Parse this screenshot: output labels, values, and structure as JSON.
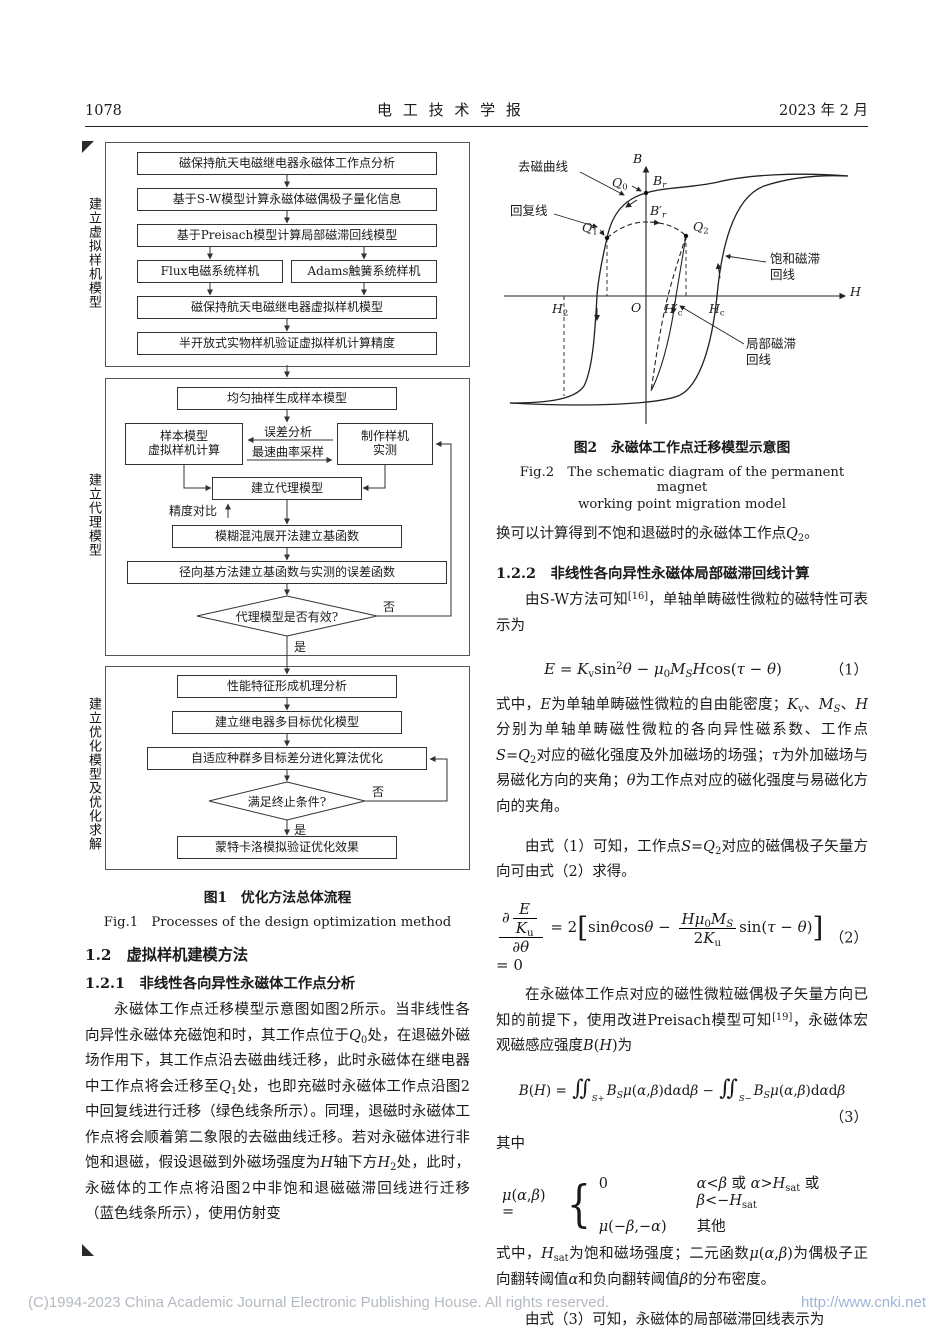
{
  "header": {
    "page_number": "1078",
    "journal_title": "电 工 技 术 学 报",
    "issue_date": "2023 年 2 月"
  },
  "flowchart": {
    "section1": {
      "side_label": "建立虚拟样机模型",
      "box1": "磁保持航天电磁继电器永磁体工作点分析",
      "box2": "基于S-W模型计算永磁体磁偶极子量化信息",
      "box3": "基于Preisach模型计算局部磁滞回线模型",
      "box4a": "Flux电磁系统样机",
      "box4b": "Adams触簧系统样机",
      "box5": "磁保持航天电磁继电器虚拟样机模型",
      "box6": "半开放式实物样机验证虚拟样机计算精度"
    },
    "section2": {
      "side_label": "建立代理模型",
      "box1": "均匀抽样生成样本模型",
      "box2": {
        "line1": "样本模型",
        "line2": "虚拟样机计算"
      },
      "label_error": "误差分析",
      "label_sampling": "最速曲率采样",
      "box3": {
        "line1": "制作样机",
        "line2": "实测"
      },
      "box4": "建立代理模型",
      "label_accuracy": "精度对比",
      "box5": "模糊混沌展开法建立基函数",
      "box6": "径向基方法建立基函数与实测的误差函数",
      "decision": "代理模型是否有效?",
      "no_label": "否",
      "yes_label": "是"
    },
    "section3": {
      "side_label": "建立优化模型及优化求解",
      "box1": "性能特征形成机理分析",
      "box2": "建立继电器多目标优化模型",
      "box3": "自适应种群多目标差分进化算法优化",
      "decision": "满足终止条件?",
      "no_label": "否",
      "yes_label": "是",
      "box4": "蒙特卡洛模拟验证优化效果"
    },
    "caption_zh": "图1　优化方法总体流程",
    "caption_en": "Fig.1　Processes of the design optimization method"
  },
  "figure2": {
    "caption_zh": "图2　永磁体工作点迁移模型示意图",
    "caption_en1": "Fig.2　The schematic diagram of the permanent magnet",
    "caption_en2": "working point migration model",
    "labels": {
      "axis_b": [
        {
          "i": "B"
        }
      ],
      "axis_h": [
        {
          "i": "H"
        }
      ],
      "origin": [
        {
          "i": "O"
        }
      ],
      "demag_curve": "去磁曲线",
      "recoil_line": "回复线",
      "saturation_loop": "饱和磁滞回线",
      "local_loop": "局部磁滞回线",
      "q0": [
        {
          "i": "Q"
        },
        {
          "sub": "0"
        }
      ],
      "q1": [
        {
          "i": "Q"
        },
        {
          "sub": "1"
        }
      ],
      "q2": [
        {
          "i": "Q"
        },
        {
          "sub": "2"
        }
      ],
      "br": [
        {
          "i": "B"
        },
        {
          "isub": "r"
        }
      ],
      "brp": [
        {
          "i": "B′"
        },
        {
          "isub": "r"
        }
      ],
      "h2": [
        {
          "i": "H"
        },
        {
          "sub": "2"
        }
      ],
      "hc": [
        {
          "i": "H"
        },
        {
          "sub": "c"
        }
      ],
      "hcp": [
        {
          "i": "H′"
        },
        {
          "sub": "c"
        }
      ]
    }
  },
  "left_column": {
    "section_12": "1.2　虚拟样机建模方法",
    "section_121": "1.2.1　非线性各向异性永磁体工作点分析",
    "para1": [
      "永磁体工作点迁移模型示意图如图2所示。当非线性各向异性永磁体充磁饱和时，其工作点位于",
      {
        "i": "Q"
      },
      {
        "sub": "0"
      },
      "处，在退磁外磁场作用下，其工作点沿去磁曲线迁移，此时永磁体在继电器中工作点将会迁移至",
      {
        "i": "Q"
      },
      {
        "sub": "1"
      },
      "处，也即充磁时永磁体工作点沿图2中回复线进行迁移（绿色线条所示）。同理，退磁时永磁体工作点将会顺着第二象限的去磁曲线迁移。若对永磁体进行非饱和退磁，假设退磁到外磁场强度为",
      {
        "i": "H"
      },
      "轴下方",
      {
        "i": "H"
      },
      {
        "sub": "2"
      },
      "处，此时，永磁体的工作点将沿图2中非饱和退磁磁滞回线进行迁移（蓝色线条所示），使用仿射变"
    ]
  },
  "right_column": {
    "para0": [
      "换可以计算得到不饱和退磁时的永磁体工作点",
      {
        "i": "Q"
      },
      {
        "sub": "2"
      },
      "。"
    ],
    "section_122": "1.2.2　非线性各向异性永磁体局部磁滞回线计算",
    "para1": [
      "由S-W方法可知",
      {
        "sup": "[16]"
      },
      "，单轴单畴磁性微粒的磁特性可表示为"
    ],
    "eq1": {
      "tokens": [
        {
          "i": "E"
        },
        " = ",
        {
          "i": "K"
        },
        {
          "sub": "v"
        },
        "sin",
        {
          "sup": "2"
        },
        {
          "i": "θ"
        },
        " − ",
        {
          "i": "μ"
        },
        {
          "sub": "0"
        },
        {
          "i": "M"
        },
        {
          "isub": "S"
        },
        {
          "i": "H"
        },
        "cos(",
        {
          "i": "τ"
        },
        " − ",
        {
          "i": "θ"
        },
        ")"
      ],
      "number": "（1）"
    },
    "para2": [
      "式中，",
      {
        "i": "E"
      },
      "为单轴单畴磁性微粒的自由能密度；",
      {
        "i": "K"
      },
      {
        "sub": "v"
      },
      "、",
      {
        "i": "M"
      },
      {
        "isub": "S"
      },
      "、",
      {
        "i": "H"
      },
      "分别为单轴单畴磁性微粒的各向异性磁系数、工作点",
      {
        "i": "S"
      },
      "=",
      {
        "i": "Q"
      },
      {
        "sub": "2"
      },
      "对应的磁化强度及外加磁场的场强；",
      {
        "i": "τ"
      },
      "为外加磁场与易磁化方向的夹角；",
      {
        "i": "θ"
      },
      "为工作点对应的磁化强度与易磁化方向的夹角。"
    ],
    "para3": [
      "由式（1）可知，工作点",
      {
        "i": "S"
      },
      "=",
      {
        "i": "Q"
      },
      {
        "sub": "2"
      },
      "对应的磁偶极子矢量方向可由式（2）求得。"
    ],
    "eq2": {
      "tokens": [
        {
          "frac": {
            "num": [
              "∂",
              {
                "frac": {
                  "num": [
                    {
                      "i": "E"
                    }
                  ],
                  "den": [
                    {
                      "i": "K"
                    },
                    {
                      "sub": "u"
                    }
                  ]
                }
              }
            ],
            "den": [
              "∂",
              {
                "i": "θ"
              }
            ]
          }
        },
        " = 2",
        {
          "lb": "["
        },
        "sin",
        {
          "i": "θ"
        },
        "cos",
        {
          "i": "θ"
        },
        " − ",
        {
          "frac": {
            "num": [
              {
                "i": "H"
              },
              {
                "i": "μ"
              },
              {
                "sub": "0"
              },
              {
                "i": "M"
              },
              {
                "isub": "S"
              }
            ],
            "den": [
              "2",
              {
                "i": "K"
              },
              {
                "sub": "u"
              }
            ]
          }
        },
        "sin(",
        {
          "i": "τ"
        },
        " − ",
        {
          "i": "θ"
        },
        ")",
        {
          "rb": "]"
        },
        " = 0"
      ],
      "number": "（2）"
    },
    "para4": [
      "在永磁体工作点对应的磁性微粒磁偶极子矢量方向已知的前提下，使用改进Preisach模型可知",
      {
        "sup": "[19]"
      },
      "，永磁体宏观磁感应强度",
      {
        "i": "B"
      },
      "(",
      {
        "i": "H"
      },
      ")为"
    ],
    "eq3": {
      "tokens": [
        {
          "i": "B"
        },
        "(",
        {
          "i": "H"
        },
        ") = ",
        {
          "op": "∬",
          "lim": [
            {
              "i": "S"
            },
            "+"
          ]
        },
        {
          "i": "B"
        },
        {
          "isub": "S"
        },
        {
          "i": "μ"
        },
        "(",
        {
          "i": "α"
        },
        ",",
        {
          "i": "β"
        },
        ")d",
        {
          "i": "α"
        },
        "d",
        {
          "i": "β"
        },
        " − ",
        {
          "op": "∬",
          "lim": [
            {
              "i": "S"
            },
            "−"
          ]
        },
        {
          "i": "B"
        },
        {
          "isub": "S"
        },
        {
          "i": "μ"
        },
        "(",
        {
          "i": "α"
        },
        ",",
        {
          "i": "β"
        },
        ")d",
        {
          "i": "α"
        },
        "d",
        {
          "i": "β"
        }
      ],
      "number": "（3）"
    },
    "qizhong": "其中",
    "mu": {
      "lhs": [
        {
          "i": "μ"
        },
        "(",
        {
          "i": "α"
        },
        ",",
        {
          "i": "β"
        },
        ") = "
      ],
      "case1_value": [
        "0"
      ],
      "case1_cond": [
        {
          "i": "α"
        },
        "<",
        {
          "i": "β"
        },
        " 或 ",
        {
          "i": "α"
        },
        ">",
        {
          "i": "H"
        },
        {
          "sub": "sat"
        },
        " 或 ",
        {
          "i": "β"
        },
        "<−",
        {
          "i": "H"
        },
        {
          "sub": "sat"
        }
      ],
      "case2_value": [
        {
          "i": "μ"
        },
        "(−",
        {
          "i": "β"
        },
        ",−",
        {
          "i": "α"
        },
        ")"
      ],
      "case2_cond": [
        "其他"
      ]
    },
    "para5": [
      "式中，",
      {
        "i": "H"
      },
      {
        "sub": "sat"
      },
      "为饱和磁场强度；二元函数",
      {
        "i": "μ"
      },
      "(",
      {
        "i": "α"
      },
      ",",
      {
        "i": "β"
      },
      ")为偶极子正向翻转阈值",
      {
        "i": "α"
      },
      "和负向翻转阈值",
      {
        "i": "β"
      },
      "的分布密度。"
    ],
    "para6": [
      "由式（3）可知，永磁体的局部磁滞回线表示为"
    ]
  },
  "footer": {
    "copyright": "(C)1994-2023 China Academic Journal Electronic Publishing House. All rights reserved.",
    "url": "http://www.cnki.net"
  }
}
